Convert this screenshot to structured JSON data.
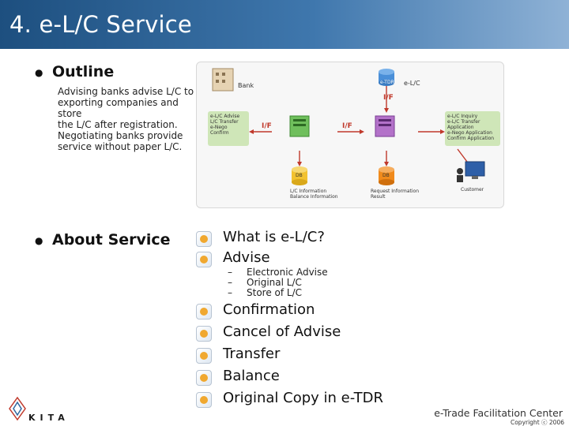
{
  "title": "4. e-L/C Service",
  "outline": {
    "bullet": "Outline",
    "description": "Advising banks advise L/C to\nexporting companies and store\nthe L/C after registration.\nNegotiating banks provide\nservice without paper L/C."
  },
  "diagram": {
    "bank_label": "Bank",
    "tdr_label": "e-TDR",
    "lc_label": "e-L/C",
    "if_top": "I/F",
    "if_left": "I/F",
    "if_right": "I/F",
    "left_box": "e-L/C Advise\nL/C Transfer\ne-Nego\nConfirm",
    "right_box": "e-L/C Inquiry\ne-L/C Transfer Application\ne-Nego Application\nConfirm Application",
    "db_left": "DB",
    "db_right": "DB",
    "db_left_caption": "L/C Information\nBalance Information",
    "db_right_caption": "Request Information\nResult",
    "customer_label": "Customer"
  },
  "about": {
    "bullet": "About Service",
    "items": [
      {
        "label": "What is e-L/C?"
      },
      {
        "label": "Advise"
      },
      {
        "label": "Confirmation"
      },
      {
        "label": "Cancel of Advise"
      },
      {
        "label": "Transfer"
      },
      {
        "label": "Balance"
      },
      {
        "label": "Original Copy in e-TDR"
      }
    ],
    "advise_subitems": [
      "Electronic Advise",
      "Original L/C",
      "Store of L/C"
    ],
    "dash": "–"
  },
  "footer": {
    "org": "e-Trade Facilitation Center",
    "copyright": "Copyright ⓒ 2006",
    "logo_text": "KITA"
  },
  "colors": {
    "title_bar": "#2f67a0",
    "arrow": "#c0392b",
    "box_green": "#cfe6b8",
    "db_yellow": "#f2c230",
    "db_orange": "#f08a1c"
  }
}
